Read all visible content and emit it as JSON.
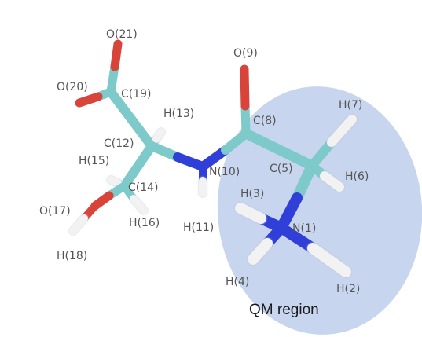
{
  "colors": {
    "carbon": "#7ec9c9",
    "carbon_dark": "#4fa6a8",
    "oxygen": "#d9443a",
    "oxygen_dark": "#a8251e",
    "nitrogen": "#2f3fd8",
    "nitrogen_dark": "#1c27a8",
    "hydrogen": "#f2f2f2",
    "hydrogen_shade": "#b8c3d6",
    "qm_region_fill": "#c8d5ee",
    "label_text": "#555555"
  },
  "qm_region": {
    "label": "QM region"
  },
  "atom_labels": [
    {
      "key": "O21",
      "text": "O(21)"
    },
    {
      "key": "O9",
      "text": "O(9)"
    },
    {
      "key": "O20",
      "text": "O(20)"
    },
    {
      "key": "C19",
      "text": "C(19)"
    },
    {
      "key": "H7",
      "text": "H(7)"
    },
    {
      "key": "H13",
      "text": "H(13)"
    },
    {
      "key": "C8",
      "text": "C(8)"
    },
    {
      "key": "C12",
      "text": "C(12)"
    },
    {
      "key": "H15",
      "text": "H(15)"
    },
    {
      "key": "C5",
      "text": "C(5)"
    },
    {
      "key": "N10",
      "text": "N(10)"
    },
    {
      "key": "H6",
      "text": "H(6)"
    },
    {
      "key": "C14",
      "text": "C(14)"
    },
    {
      "key": "H3",
      "text": "H(3)"
    },
    {
      "key": "O17",
      "text": "O(17)"
    },
    {
      "key": "H16",
      "text": "H(16)"
    },
    {
      "key": "H11",
      "text": "H(11)"
    },
    {
      "key": "N1",
      "text": "N(1)"
    },
    {
      "key": "H18",
      "text": "H(18)"
    },
    {
      "key": "H4",
      "text": "H(4)"
    },
    {
      "key": "H2",
      "text": "H(2)"
    }
  ]
}
